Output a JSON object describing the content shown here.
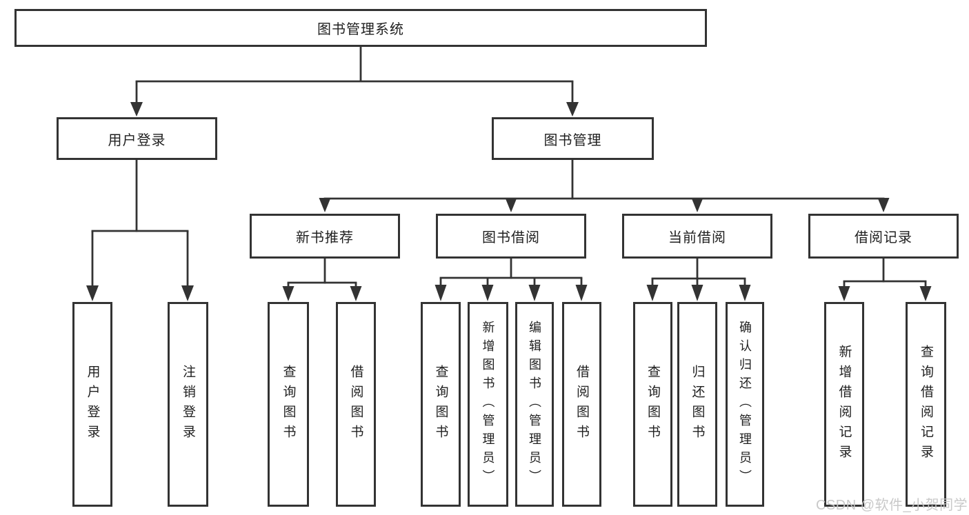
{
  "diagram": {
    "nodes": {
      "root": {
        "label": "图书管理系统"
      },
      "user_login": {
        "label": "用户登录"
      },
      "book_mgmt": {
        "label": "图书管理"
      },
      "new_book_rec": {
        "label": "新书推荐"
      },
      "book_borrow": {
        "label": "图书借阅"
      },
      "current_borrow": {
        "label": "当前借阅"
      },
      "borrow_records": {
        "label": "借阅记录"
      },
      "leaf_user_login": {
        "label": "用户登录"
      },
      "leaf_logout": {
        "label": "注销登录"
      },
      "leaf_query_books_1": {
        "label": "查询图书"
      },
      "leaf_borrow_books_1": {
        "label": "借阅图书"
      },
      "leaf_query_books_2": {
        "label": "查询图书"
      },
      "leaf_add_book": {
        "label": "新增图书（管理员）"
      },
      "leaf_edit_book": {
        "label": "编辑图书（管理员）"
      },
      "leaf_borrow_books_2": {
        "label": "借阅图书"
      },
      "leaf_query_books_3": {
        "label": "查询图书"
      },
      "leaf_return_book": {
        "label": "归还图书"
      },
      "leaf_confirm_return": {
        "label": "确认归还（管理员）"
      },
      "leaf_add_record": {
        "label": "新增借阅记录"
      },
      "leaf_query_record": {
        "label": "查询借阅记录"
      }
    },
    "colors": {
      "line": "#333333",
      "border": "#333333",
      "text": "#1f1f1f",
      "background": "#ffffff",
      "watermark": "#c6c6c6"
    }
  },
  "watermark": {
    "text": "CSDN @软件_小贺同学"
  }
}
